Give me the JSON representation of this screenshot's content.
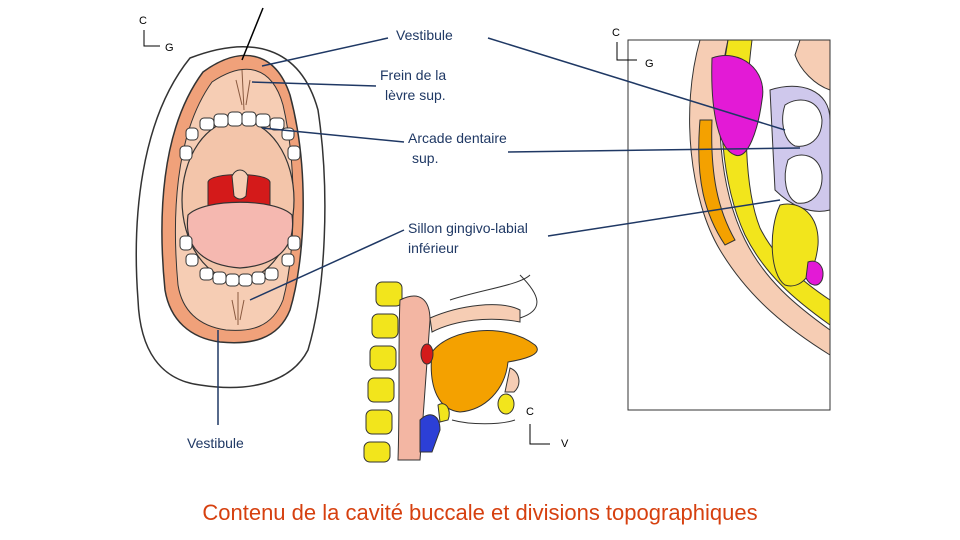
{
  "title": "Contenu de la cavité buccale et divisions topographiques",
  "labels": {
    "vestibule_top": "Vestibule",
    "frein_line1": "Frein de la",
    "frein_line2": "lèvre sup.",
    "arcade_line1": "Arcade dentaire",
    "arcade_line2": "sup.",
    "sillon_line1": "Sillon gingivo-labial",
    "sillon_line2": "inférieur",
    "vestibule_bottom": "Vestibule"
  },
  "orientation": {
    "mouth": {
      "c": "C",
      "g": "G"
    },
    "coronal": {
      "c": "C",
      "g": "G"
    },
    "sagittal": {
      "c": "C",
      "v": "V"
    }
  },
  "colors": {
    "label_text": "#1f3864",
    "pointer_line": "#1f3864",
    "title_text": "#d6400f",
    "lip": "#f0a17a",
    "mucosa": "#f6cdb4",
    "tongue": "#f5b8b0",
    "pharynx": "#d41a1a",
    "bone_yellow": "#f2e51c",
    "muscle_magenta": "#e31ad6",
    "tooth_white": "#ffffff",
    "gum_lavender": "#cfc8ec",
    "tongue_orange": "#f4a100"
  }
}
